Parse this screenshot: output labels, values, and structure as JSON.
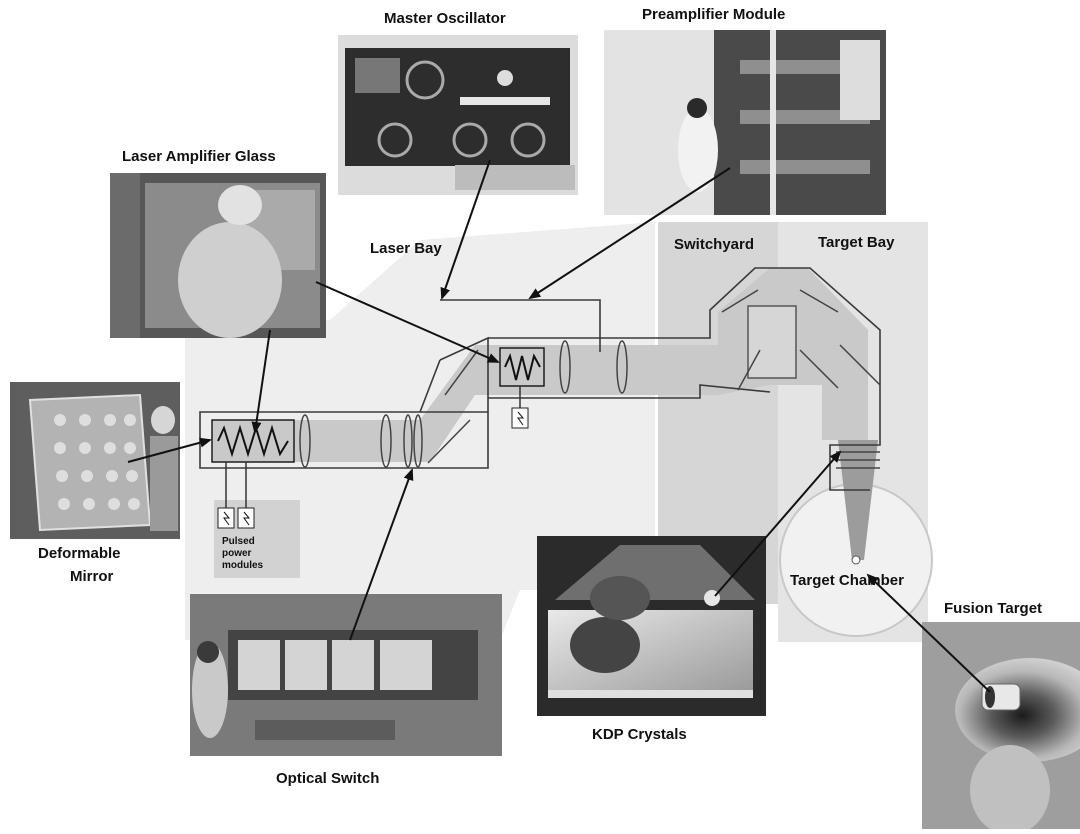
{
  "labels": {
    "master_oscillator": "Master Oscillator",
    "preamplifier_module": "Preamplifier Module",
    "laser_amplifier_glass": "Laser Amplifier Glass",
    "laser_bay": "Laser Bay",
    "switchyard": "Switchyard",
    "target_bay": "Target Bay",
    "deformable_mirror_line1": "Deformable",
    "deformable_mirror_line2": "Mirror",
    "pulsed_power_line1": "Pulsed",
    "pulsed_power_line2": "power",
    "pulsed_power_line3": "modules",
    "target_chamber": "Target Chamber",
    "fusion_target": "Fusion Target",
    "kdp_crystals": "KDP Crystals",
    "optical_switch": "Optical Switch"
  },
  "colors": {
    "background": "#ffffff",
    "bay_shade": "#ececec",
    "switchyard_shade": "#d9d9d9",
    "beam": "#c4c4c4",
    "photo_dark": "#2b2b2b",
    "photo_mid": "#8a8a8a",
    "line": "#111111"
  }
}
